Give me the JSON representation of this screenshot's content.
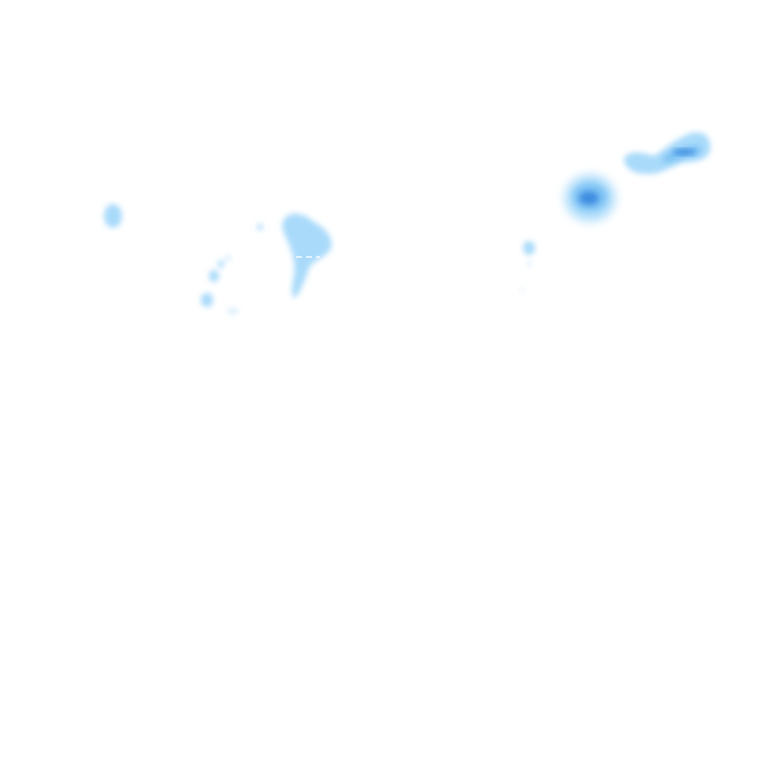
{
  "map": {
    "style": "precipitation-overlay",
    "background_color": "#ffffff",
    "palette": {
      "light": "#a9dafa",
      "medium": "#80c4f5",
      "dark": "#3f8ee0",
      "edge": "#d8eefc"
    },
    "cells": [
      {
        "name": "cell-west-small",
        "intensity": "light"
      },
      {
        "name": "cell-center-island",
        "intensity": "light"
      },
      {
        "name": "cell-center-fragments",
        "intensity": "light"
      },
      {
        "name": "cell-east-small",
        "intensity": "light"
      },
      {
        "name": "cell-east-core",
        "intensity": "heavy"
      },
      {
        "name": "cell-northeast-band",
        "intensity": "moderate"
      }
    ]
  }
}
